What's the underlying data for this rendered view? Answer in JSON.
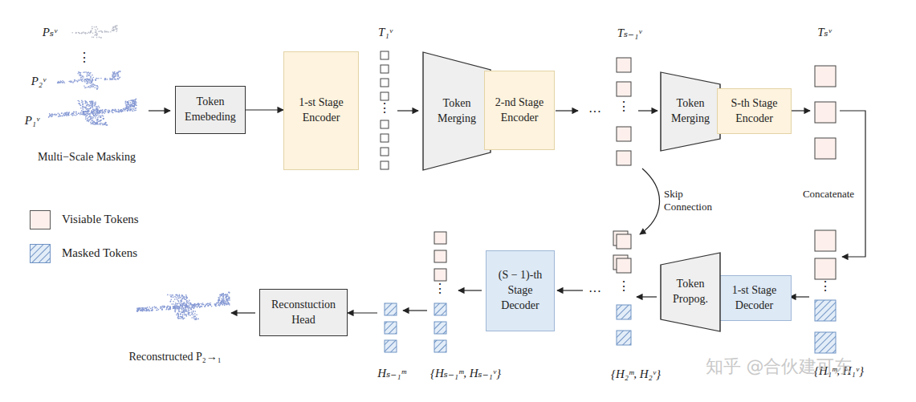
{
  "diagram": {
    "nodes": [
      {
        "text": [
          "Token Emebeding"
        ]
      },
      {
        "text": [
          "1-st Stage Encoder"
        ]
      },
      {
        "text": [
          "Token Merging"
        ]
      },
      {
        "text": [
          "2-nd Stage Encoder"
        ]
      },
      {
        "text": [
          "Token Merging"
        ]
      },
      {
        "text": [
          "S-th Stage Encoder"
        ]
      },
      {
        "text": [
          "1-st Stage Decoder"
        ]
      },
      {
        "text": [
          "Token Propog."
        ]
      },
      {
        "text": [
          "(S − 1)-th Stage Decoder"
        ]
      },
      {
        "text": [
          "Reconstuction Head"
        ]
      }
    ],
    "edges": [
      {
        "from": 0,
        "to": 1,
        "arrow": "to"
      }
    ],
    "labels": [
      "Pₛᵛ",
      "⋮",
      "P₂ᵛ",
      "P₁ᵛ",
      "Multi−Scale Masking",
      "T₁ᵛ",
      "⋮",
      "···",
      "Tₛ₋₁ᵛ",
      "⋮",
      "Tₛᵛ",
      "Skip Connection",
      "Concatenate",
      "⋮",
      "{H₁ᵐ, H₁ᵛ}",
      "⋮",
      "{H₂ᵐ, H₂ᵛ}",
      "···",
      "⋮",
      "{Hₛ₋₁ᵐ, Hₛ₋₁ᵛ}",
      "Hₛ₋₁ᵐ",
      "Reconstructed P₂→₁",
      "知乎 @合伙建可东"
    ],
    "legend": [
      {
        "text": "Visiable Tokens",
        "color": "#fdf0ec"
      },
      {
        "text": "Masked Tokens"
      }
    ]
  }
}
